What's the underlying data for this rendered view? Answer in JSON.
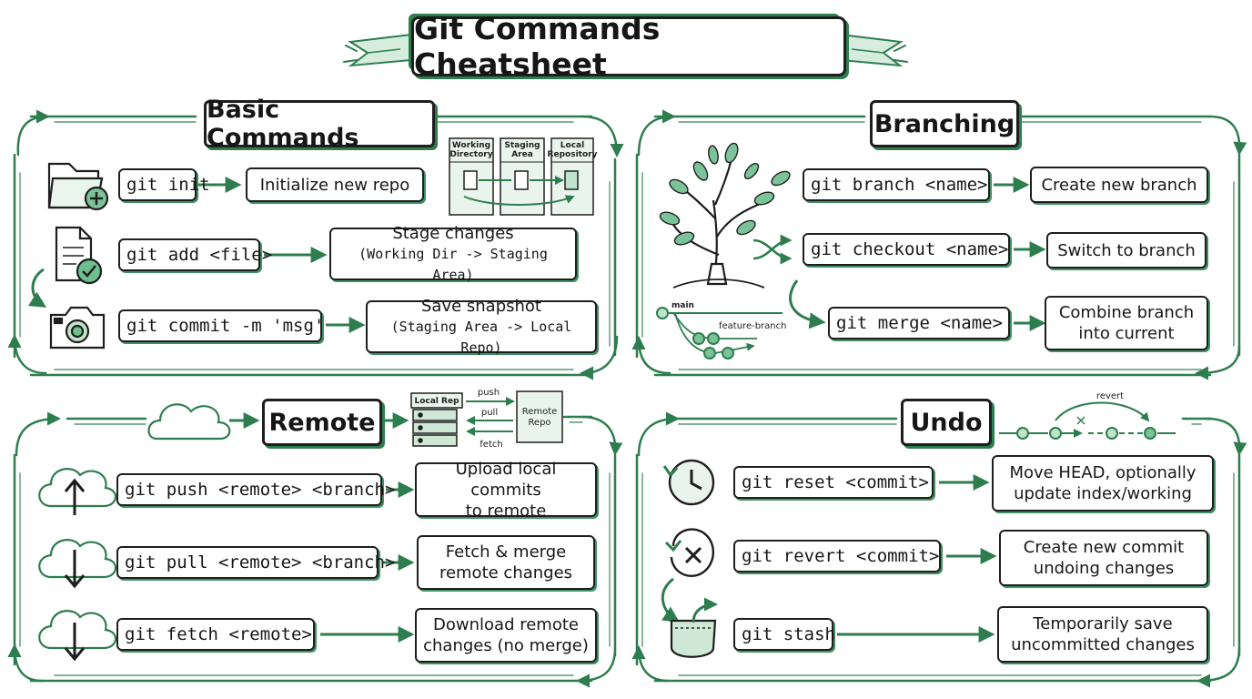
{
  "title": "Git Commands Cheatsheet",
  "colors": {
    "accent": "#2e7d4f",
    "accent_light": "#cfe8d6",
    "ink": "#1e1e1e"
  },
  "sections": {
    "basic": {
      "header": "Basic Commands",
      "diagram": {
        "areas": [
          {
            "lines": [
              "Working",
              "Directory"
            ]
          },
          {
            "lines": [
              "Staging",
              "Area"
            ]
          },
          {
            "lines": [
              "Local",
              "Repository"
            ]
          }
        ]
      },
      "rows": [
        {
          "icon": "folder-add-icon",
          "command": "git init",
          "description": [
            "Initialize new repo"
          ]
        },
        {
          "icon": "document-check-icon",
          "command": "git add <file>",
          "description": [
            "Stage changes",
            "(Working Dir -> Staging Area)"
          ]
        },
        {
          "icon": "camera-icon",
          "command": "git commit -m 'msg'",
          "description": [
            "Save snapshot",
            "(Staging Area -> Local Repo)"
          ]
        }
      ]
    },
    "branching": {
      "header": "Branching",
      "graph_labels": {
        "main": "main",
        "feature": "feature-branch"
      },
      "rows": [
        {
          "icon": "tree-icon",
          "command": "git branch <name>",
          "description": [
            "Create new branch"
          ]
        },
        {
          "icon": "shuffle-icon",
          "command": "git checkout <name>",
          "description": [
            "Switch to branch"
          ]
        },
        {
          "icon": "merge-arrow-icon",
          "command": "git merge <name>",
          "description": [
            "Combine branch",
            "into current"
          ]
        }
      ]
    },
    "remote": {
      "header": "Remote",
      "diagram": {
        "local": "Local Rep",
        "remote_lines": [
          "Remote",
          "Repo"
        ],
        "push": "push",
        "pull": "pull",
        "fetch": "fetch"
      },
      "rows": [
        {
          "icon": "cloud-upload-icon",
          "command": "git push <remote> <branch>",
          "description": [
            "Upload local commits",
            "to remote"
          ]
        },
        {
          "icon": "cloud-download-icon",
          "command": "git pull <remote> <branch>",
          "description": [
            "Fetch & merge",
            "remote changes"
          ]
        },
        {
          "icon": "cloud-download-icon",
          "command": "git fetch <remote>",
          "description": [
            "Download remote",
            "changes (no merge)"
          ]
        }
      ]
    },
    "undo": {
      "header": "Undo",
      "diagram": {
        "revert": "revert"
      },
      "rows": [
        {
          "icon": "clock-reset-icon",
          "command": "git reset <commit>",
          "description": [
            "Move HEAD, optionally",
            "update index/working"
          ]
        },
        {
          "icon": "revert-x-icon",
          "command": "git revert <commit>",
          "description": [
            "Create new commit",
            "undoing changes"
          ]
        },
        {
          "icon": "stash-pocket-icon",
          "command": "git stash",
          "description": [
            "Temporarily save",
            "uncommitted changes"
          ]
        }
      ]
    }
  }
}
